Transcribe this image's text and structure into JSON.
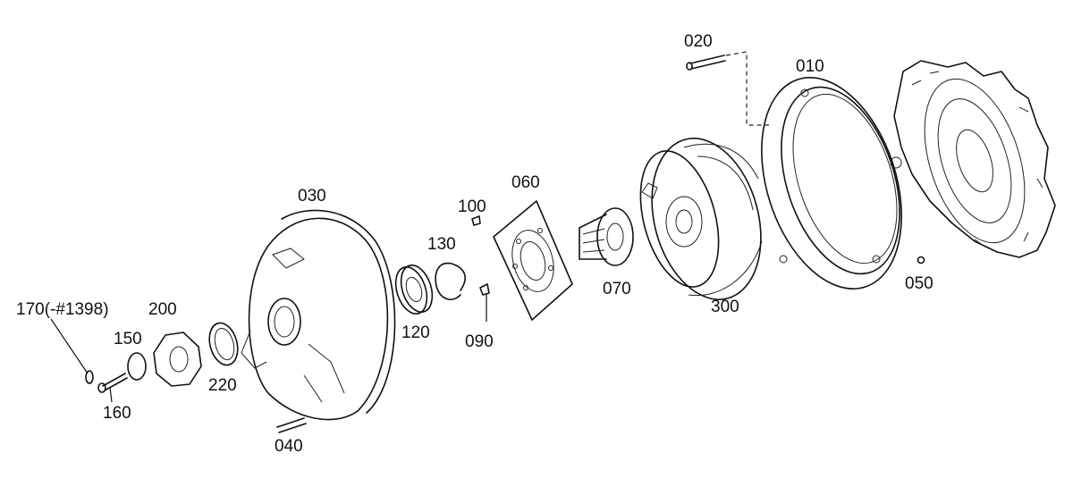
{
  "parts": [
    {
      "key": "p020",
      "label": "020"
    },
    {
      "key": "p010",
      "label": "010"
    },
    {
      "key": "p060",
      "label": "060"
    },
    {
      "key": "p100",
      "label": "100"
    },
    {
      "key": "p030",
      "label": "030"
    },
    {
      "key": "p130",
      "label": "130"
    },
    {
      "key": "p050",
      "label": "050"
    },
    {
      "key": "p070",
      "label": "070"
    },
    {
      "key": "p300",
      "label": "300"
    },
    {
      "key": "p170",
      "label": "170(-#1398)"
    },
    {
      "key": "p200",
      "label": "200"
    },
    {
      "key": "p120",
      "label": "120"
    },
    {
      "key": "p090",
      "label": "090"
    },
    {
      "key": "p150",
      "label": "150"
    },
    {
      "key": "p220",
      "label": "220"
    },
    {
      "key": "p160",
      "label": "160"
    },
    {
      "key": "p040",
      "label": "040"
    }
  ]
}
